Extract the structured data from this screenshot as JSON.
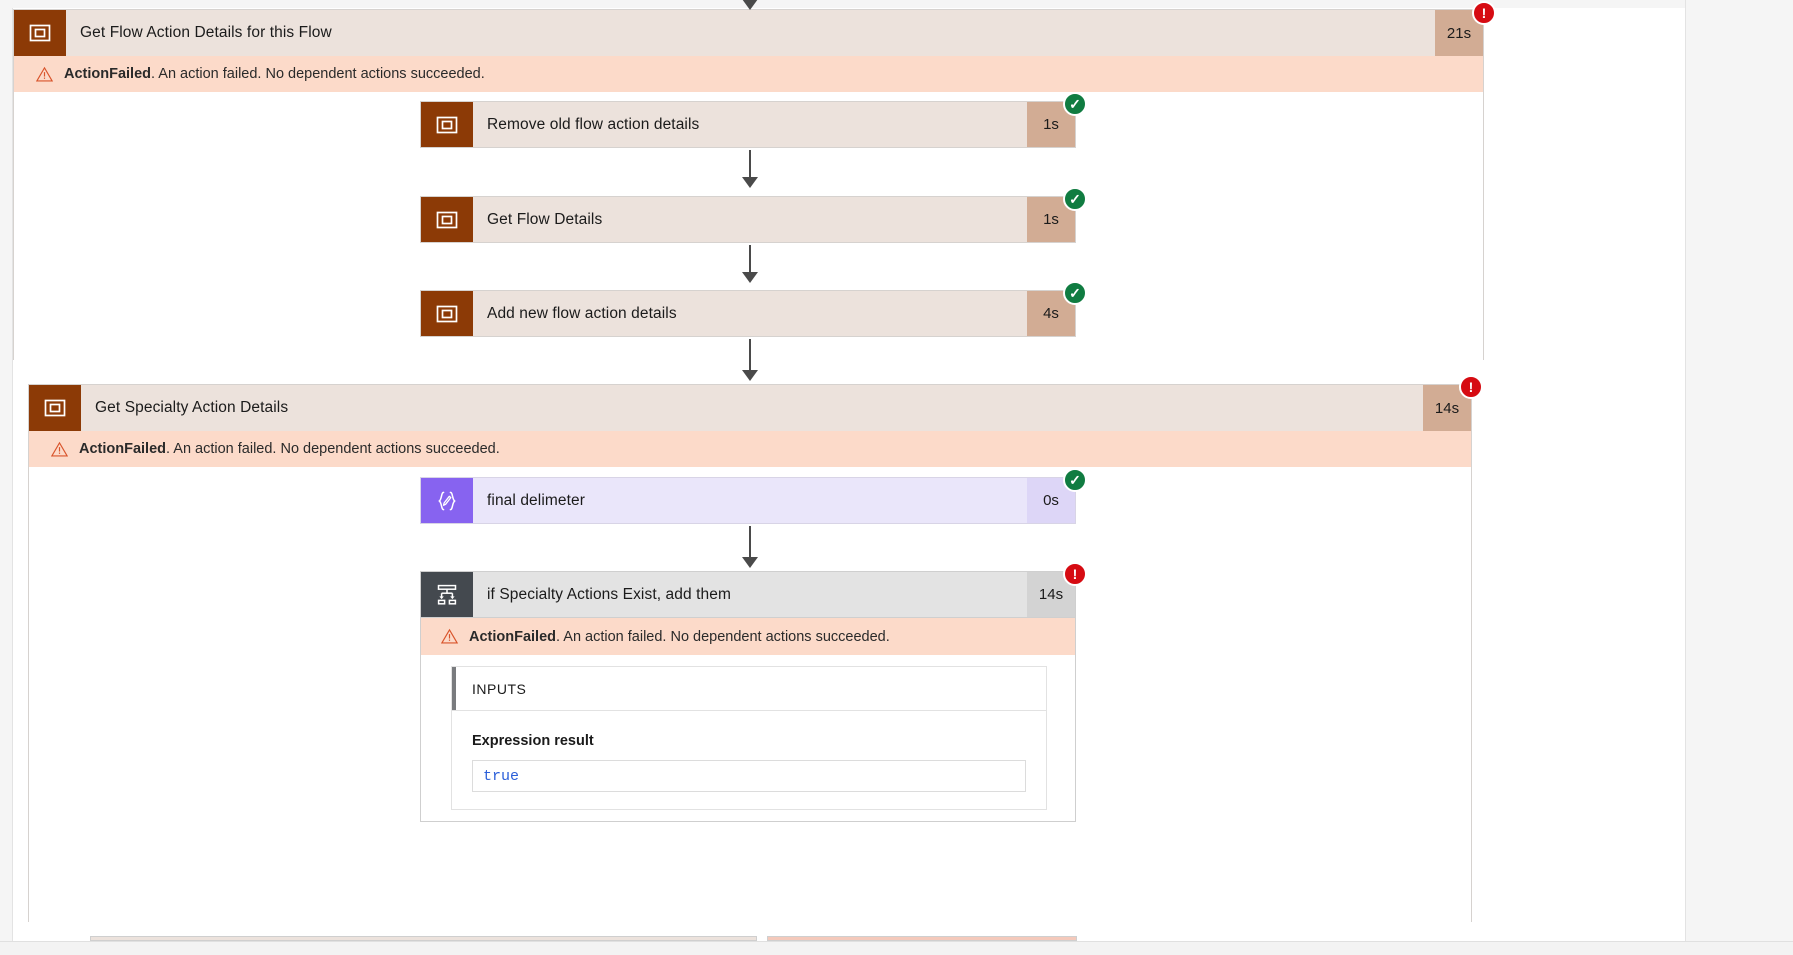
{
  "app": {
    "view": "flow-run-history-diagram",
    "error_text_bold": "ActionFailed",
    "error_text_rest": ". An action failed. No dependent actions succeeded."
  },
  "colors": {
    "scope_icon": "#8c3a06",
    "scope_body": "#ece2dc",
    "duration_chip": "#d2ac94",
    "error_banner": "#fcdac9",
    "compose_icon": "#8763f0",
    "compose_body": "#eae6fa",
    "condition_icon": "#44494f",
    "condition_body": "#e3e3e3",
    "badge_success": "#107c41",
    "badge_failed": "#d60b12",
    "code_text": "#2b5fd9",
    "arrow": "#4a4a4a"
  },
  "badges": {
    "success_glyph": "✓",
    "failed_glyph": "!"
  },
  "nodes": [
    {
      "id": "get-flow-action-details",
      "name": "Get Flow Action Details for this Flow",
      "type": "scope",
      "duration": "21s",
      "status": "failed",
      "has_error_banner": true
    },
    {
      "id": "remove-old-flow-action-details",
      "name": "Remove old flow action details",
      "type": "action",
      "duration": "1s",
      "status": "succeeded",
      "has_error_banner": false
    },
    {
      "id": "get-flow-details",
      "name": "Get Flow Details",
      "type": "action",
      "duration": "1s",
      "status": "succeeded",
      "has_error_banner": false
    },
    {
      "id": "add-new-flow-action-details",
      "name": "Add new flow action details",
      "type": "action",
      "duration": "4s",
      "status": "succeeded",
      "has_error_banner": false
    },
    {
      "id": "get-specialty-action-details",
      "name": "Get Specialty Action Details",
      "type": "scope",
      "duration": "14s",
      "status": "failed",
      "has_error_banner": true
    },
    {
      "id": "final-delimeter",
      "name": "final delimeter",
      "type": "compose",
      "duration": "0s",
      "status": "succeeded",
      "has_error_banner": false
    },
    {
      "id": "if-specialty-actions-exist",
      "name": "if Specialty Actions Exist, add them",
      "type": "condition",
      "duration": "14s",
      "status": "failed",
      "has_error_banner": true
    }
  ],
  "inputs_panel": {
    "section_title": "INPUTS",
    "field_label": "Expression result",
    "field_value": "true"
  }
}
